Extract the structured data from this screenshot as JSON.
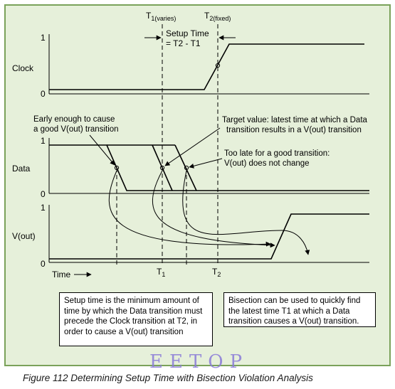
{
  "diagram": {
    "markers": {
      "t1_main": "T",
      "t1_sub": "1(varies)",
      "t2_main": "T",
      "t2_sub": "2(fixed)"
    },
    "setup_label_line1": "Setup Time",
    "setup_label_line2": "= T2 - T1",
    "signals": {
      "clock": "Clock",
      "data": "Data",
      "vout": "V(out)"
    },
    "levels": {
      "clock_high": "1",
      "clock_low": "0",
      "data_high": "1",
      "data_low": "0",
      "vout_high": "1",
      "vout_low": "0"
    },
    "time_label": "Time",
    "axis_ticks": {
      "t1_main": "T",
      "t1_sub": "1",
      "t2_main": "T",
      "t2_sub": "2"
    },
    "annotations": {
      "early_line1": "Early enough to cause",
      "early_line2": "a good V(out) transition",
      "target_line1": "Target value: latest time at which a Data",
      "target_line2": "transition results in a V(out) transition",
      "late_line1": "Too late for a good transition:",
      "late_line2": "V(out) does not change"
    },
    "setup_box_text": "Setup time is the minimum amount of time by which the Data transition must precede the Clock transition at T2, in order to cause a V(out) transition",
    "bisection_box_text": "Bisection can be used to quickly find the latest time T1 at which a Data transition causes a V(out) transition."
  },
  "watermark": "EETOP",
  "caption": "Figure 112  Determining Setup Time with Bisection Violation Analysis",
  "colors": {
    "background": "#e6f0da",
    "border": "#7aa25a",
    "watermark": "#8a7bd8"
  }
}
